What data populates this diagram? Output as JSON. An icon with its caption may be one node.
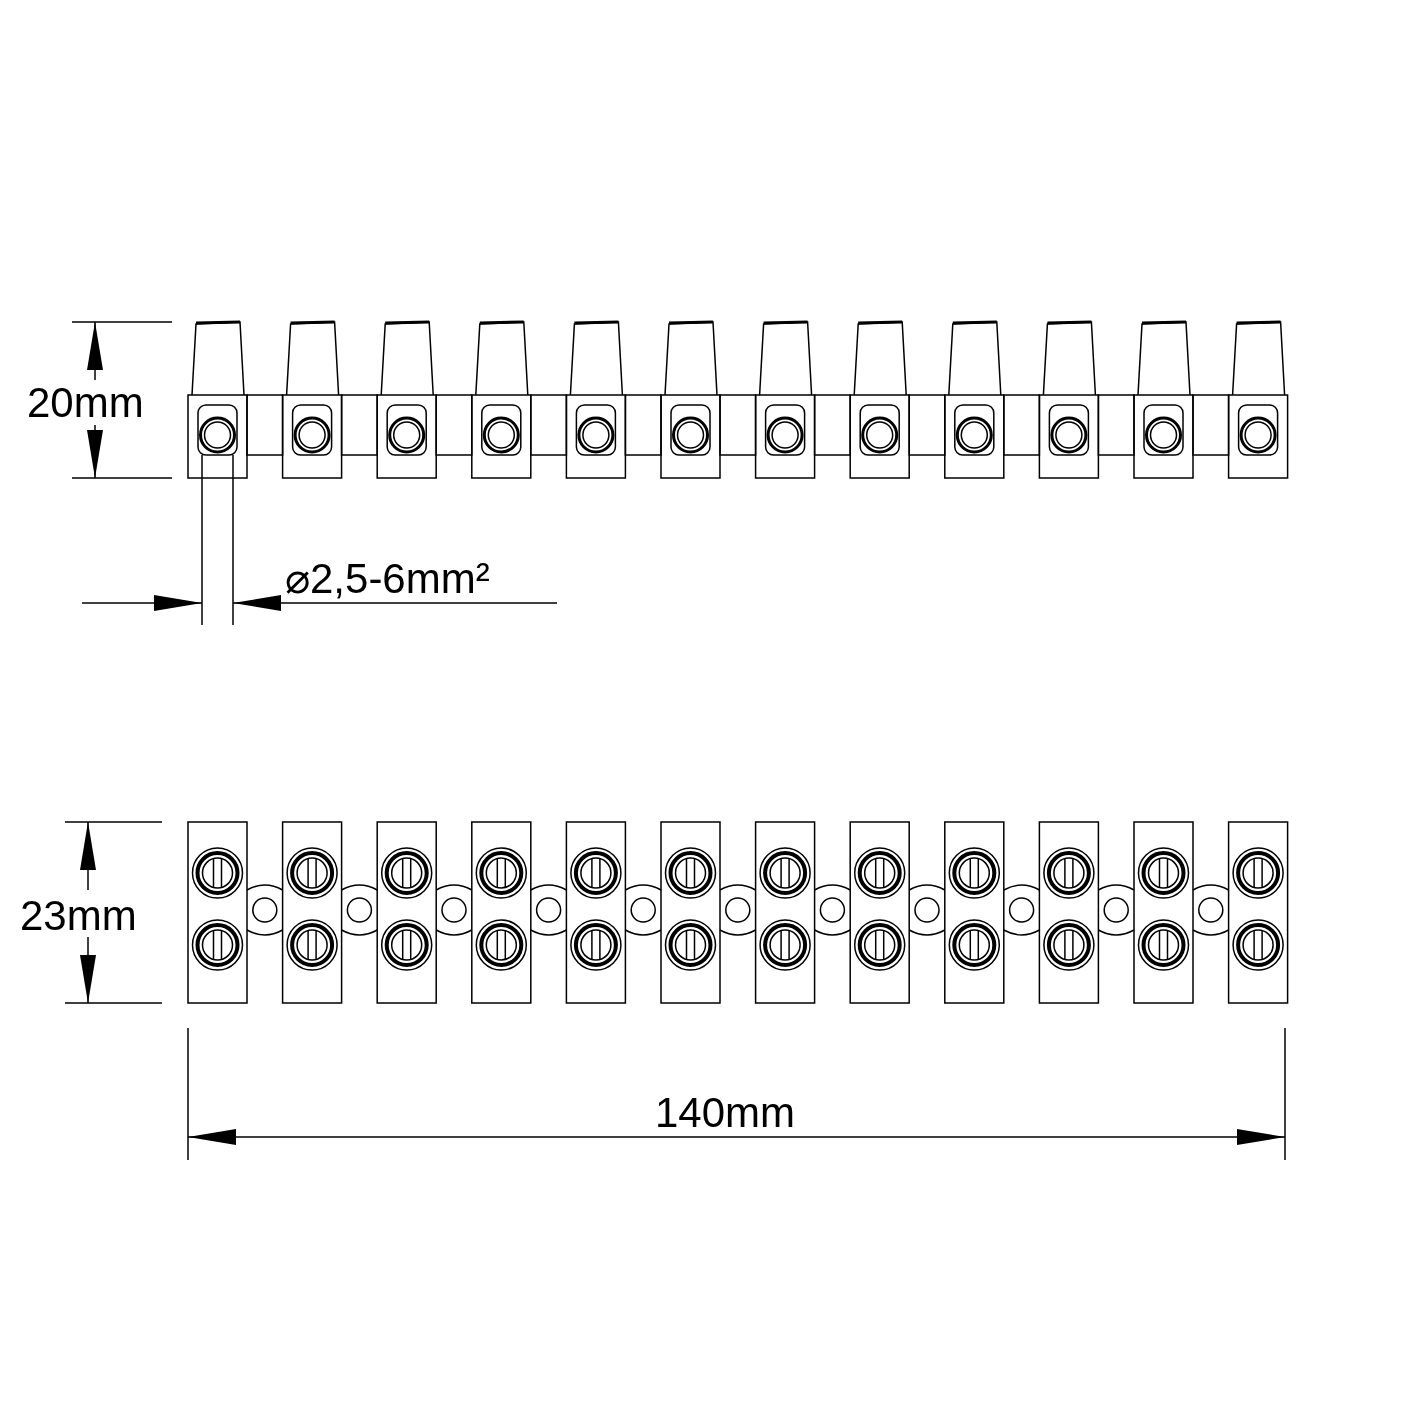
{
  "diagram": {
    "labels": [
      "20mm",
      "⌀2,5-6mm²",
      "23mm",
      "140mm"
    ]
  }
}
